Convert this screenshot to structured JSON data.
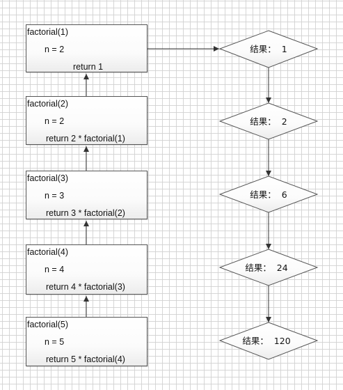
{
  "frames": [
    {
      "title": "factorial(1)",
      "n": "n = 2",
      "ret": "return 1"
    },
    {
      "title": "factorial(2)",
      "n": "n = 2",
      "ret": "return 2 * factorial(1)"
    },
    {
      "title": "factorial(3)",
      "n": "n = 3",
      "ret": "return 3 * factorial(2)"
    },
    {
      "title": "factorial(4)",
      "n": "n = 4",
      "ret": "return 4 * factorial(3)"
    },
    {
      "title": "factorial(5)",
      "n": "n = 5",
      "ret": "return 5 * factorial(4)"
    }
  ],
  "results": [
    {
      "label": "结果：  1"
    },
    {
      "label": "结果：  2"
    },
    {
      "label": "结果：  6"
    },
    {
      "label": "结果：  24"
    },
    {
      "label": "结果：  120"
    }
  ],
  "colors": {
    "stroke": "#555555",
    "arrow": "#333333",
    "grid": "#d2d2d2"
  }
}
